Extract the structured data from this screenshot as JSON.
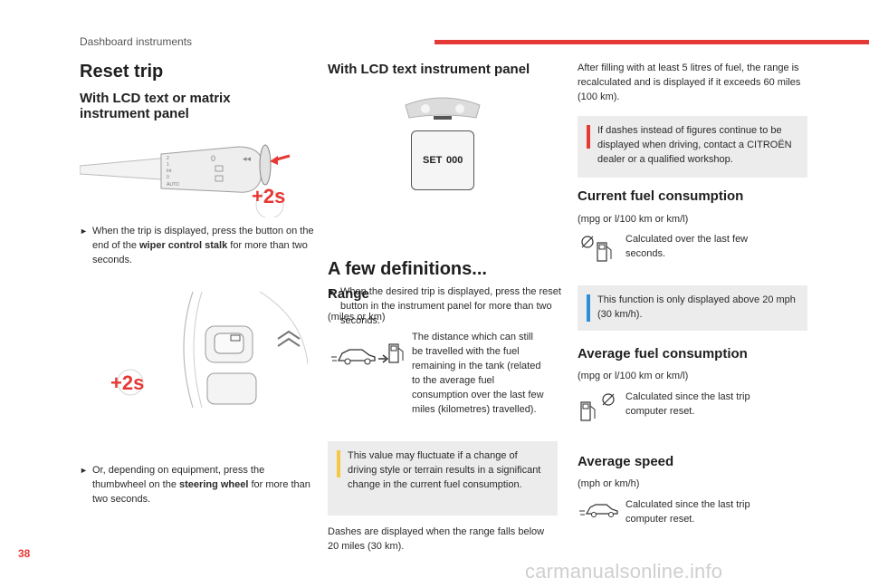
{
  "header": {
    "section": "Dashboard instruments"
  },
  "page_number": "38",
  "watermark": "carmanualsonline.info",
  "col1": {
    "title": "Reset trip",
    "subtitle": "With LCD text or matrix instrument panel",
    "badge1": "+2s",
    "step1_prefix": "When the trip is displayed, press the button on the end of the ",
    "step1_bold": "wiper control stalk",
    "step1_suffix": " for more than two seconds.",
    "badge2": "+2s",
    "step2_prefix": "Or, depending on equipment, press the thumbwheel on the ",
    "step2_bold": "steering wheel",
    "step2_suffix": " for more than two seconds."
  },
  "col2": {
    "subtitle": "With LCD text instrument panel",
    "display_text": "SET",
    "display_digits": "000",
    "step_text": "When the desired trip is displayed, press the reset button in the instrument panel for more than two seconds.",
    "definitions_title": "A few definitions...",
    "range_title": "Range",
    "range_units": "(miles or km)",
    "range_desc": "The distance which can still be travelled with the fuel remaining in the tank (related to the average fuel consumption over the last few miles (kilometres) travelled).",
    "note_text": "This value may fluctuate if a change of driving style or terrain results in a significant change in the current fuel consumption.",
    "dashes_text": "Dashes are displayed when the range falls below 20 miles (30 km)."
  },
  "col3": {
    "intro_text": "After filling with at least 5 litres of fuel, the range is recalculated and is displayed if it exceeds 60 miles (100 km).",
    "warning_text": "If dashes instead of figures continue to be displayed when driving, contact a CITROËN dealer or a qualified workshop.",
    "current_title": "Current fuel consumption",
    "current_units": "(mpg or l/100 km or km/l)",
    "current_desc": "Calculated over the last few seconds.",
    "current_note": "This function is only displayed above 20 mph (30 km/h).",
    "average_title": "Average fuel consumption",
    "average_units": "(mpg or l/100 km or km/l)",
    "average_desc": "Calculated since the last trip computer reset.",
    "speed_title": "Average speed",
    "speed_units": "(mph or km/h)",
    "speed_desc": "Calculated since the last trip computer reset."
  },
  "colors": {
    "accent": "#e53935",
    "info_bar": "#f6c744",
    "warning_bar": "#e53935",
    "note_bg": "#ececec",
    "blue_bar": "#2a8fd6"
  }
}
